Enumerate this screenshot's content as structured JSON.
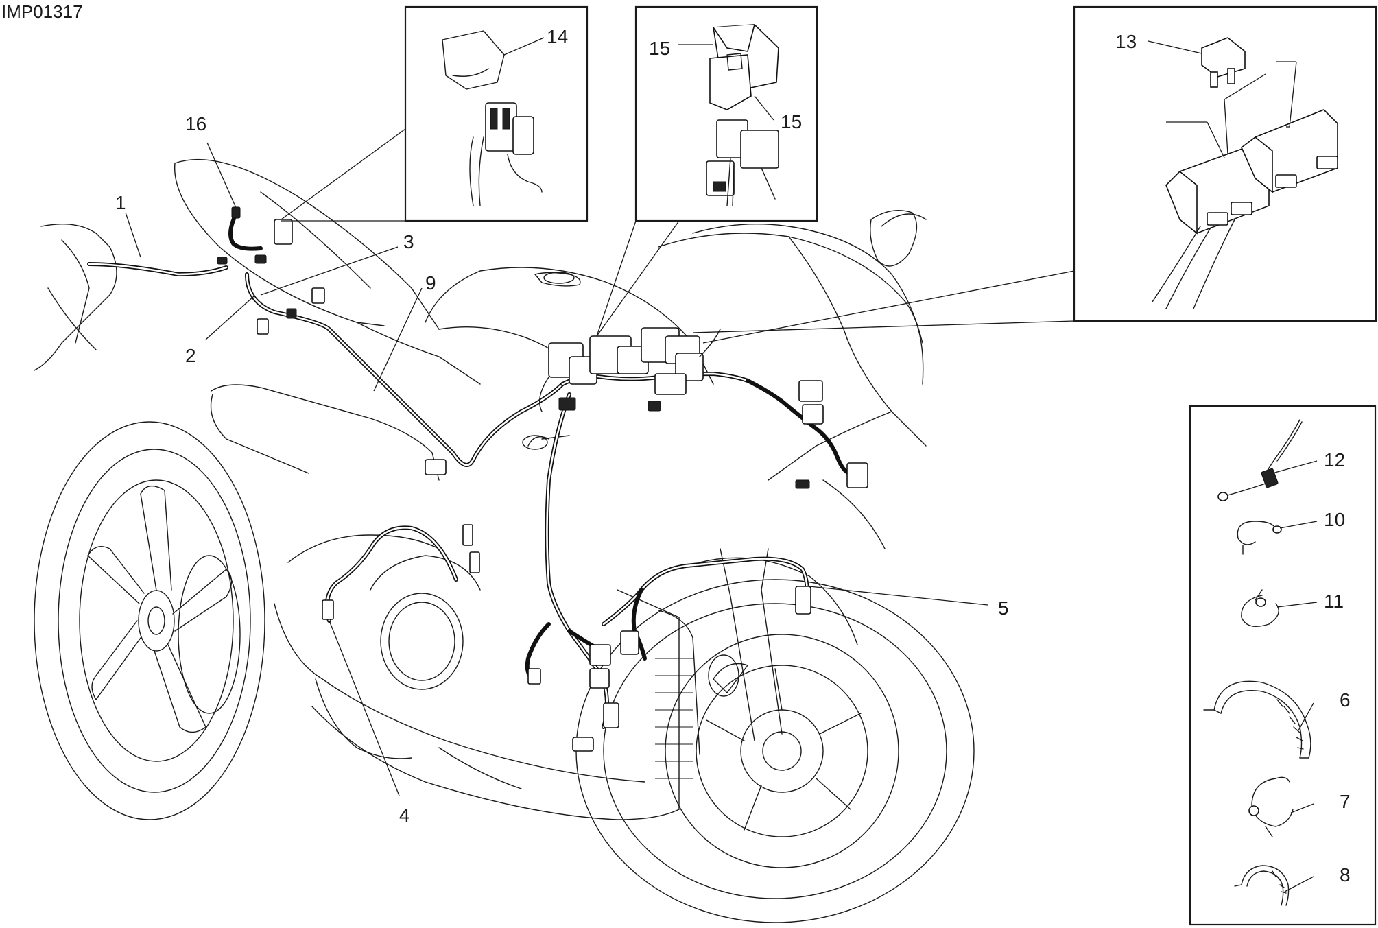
{
  "doc_code": "IMP01317",
  "callouts": {
    "c1": "1",
    "c2": "2",
    "c3": "3",
    "c4": "4",
    "c5": "5",
    "c6": "6",
    "c7": "7",
    "c8": "8",
    "c9": "9",
    "c10": "10",
    "c11": "11",
    "c12": "12",
    "c13": "13",
    "c14": "14",
    "c15a": "15",
    "c15b": "15",
    "c16": "16"
  },
  "colors": {
    "line": "#1a1a1a",
    "background": "#ffffff"
  }
}
